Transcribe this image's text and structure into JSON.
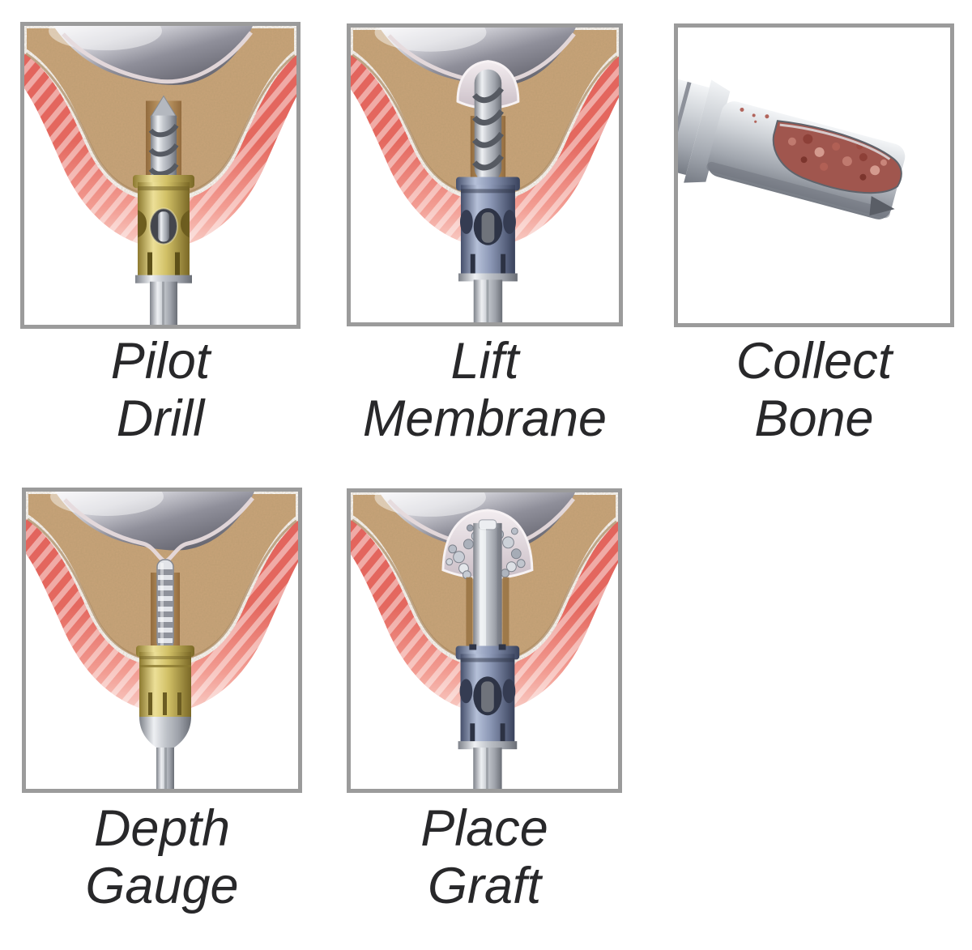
{
  "figure": {
    "steps": [
      {
        "id": "pilot-drill",
        "caption": [
          "Pilot",
          "Drill"
        ]
      },
      {
        "id": "lift-membrane",
        "caption": [
          "Lift",
          "Membrane"
        ]
      },
      {
        "id": "collect-bone",
        "caption": [
          "Collect",
          "Bone"
        ]
      },
      {
        "id": "depth-gauge",
        "caption": [
          "Depth",
          "Gauge"
        ]
      },
      {
        "id": "place-graft",
        "caption": [
          "Place",
          "Graft"
        ]
      }
    ],
    "caption_color": "#28282a",
    "panel_border_color": "#9b9b9b",
    "palette": {
      "bone_tan": "#c8a379",
      "gum_red": "#e2635c",
      "sinus_cavity_gray": "#62626c",
      "membrane_light": "#e6dadc",
      "guide_yellow": "#d2c167",
      "guide_blue": "#8b97b5",
      "instrument_metal": "#c2c6cc",
      "collected_bone_red": "#a0564e"
    }
  }
}
